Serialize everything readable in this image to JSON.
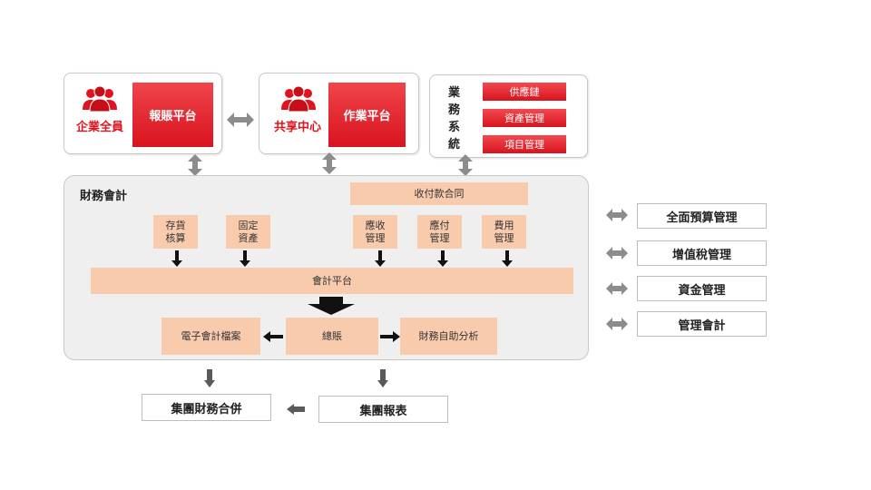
{
  "top": {
    "report": {
      "group_label": "企業全員",
      "platform": "報賬平台"
    },
    "share": {
      "group_label": "共享中心",
      "platform": "作業平台"
    },
    "business": {
      "title": "業務系統",
      "items": [
        "供應鏈",
        "資產管理",
        "項目管理"
      ]
    }
  },
  "finance": {
    "title": "財務會計",
    "contract": "收付款合同",
    "modules": [
      {
        "line1": "存貨",
        "line2": "核算"
      },
      {
        "line1": "固定",
        "line2": "資產"
      },
      {
        "line1": "應收",
        "line2": "管理"
      },
      {
        "line1": "應付",
        "line2": "管理"
      },
      {
        "line1": "費用",
        "line2": "管理"
      }
    ],
    "platform": "會計平台",
    "archive": "電子會計檔案",
    "ledger": "總賬",
    "analysis": "財務自助分析"
  },
  "bottom": {
    "consolidation": "集團財務合併",
    "report": "集團報表"
  },
  "side_items": [
    "全面預算管理",
    "增值稅管理",
    "資金管理",
    "管理會計"
  ],
  "colors": {
    "accent_red": "#e0141e",
    "peach": "#f8cbad",
    "arrow_gray": "#8c8c8c",
    "panel_gray": "#efefef"
  }
}
